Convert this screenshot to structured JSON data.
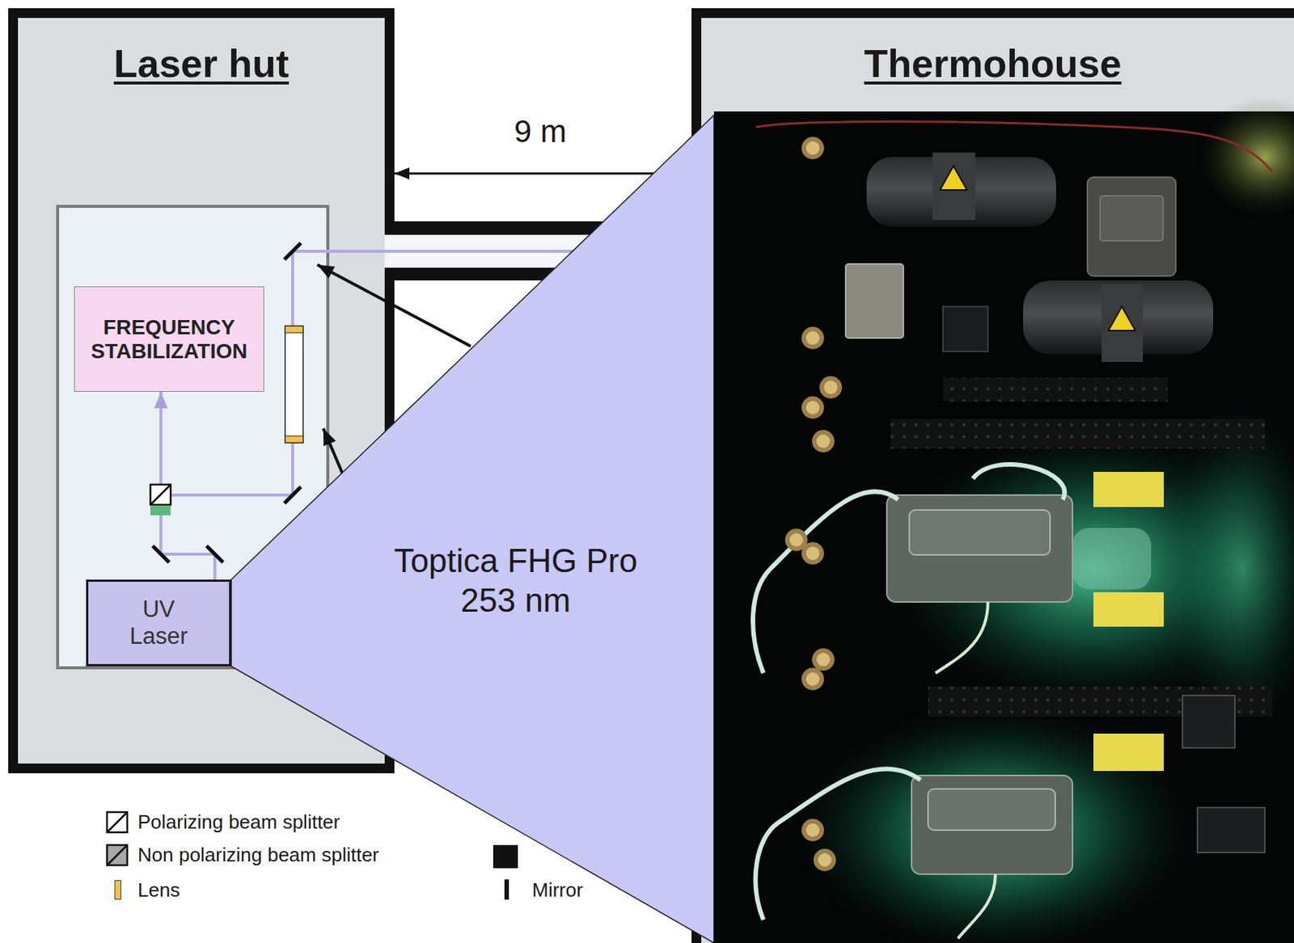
{
  "diagram": {
    "nodes": [
      {
        "text": [
          "Laser hut"
        ]
      },
      {
        "text": [
          "FREQUENCY STABILIZATION"
        ],
        "in": 0
      },
      {
        "text": [
          "UV Laser"
        ],
        "in": 0
      },
      {
        "text": [
          "Thermohouse"
        ]
      }
    ],
    "edges": [
      {
        "from": 3,
        "to": 0,
        "label": "9 m",
        "arrow": "to"
      },
      {
        "from": 2,
        "to": 1,
        "arrow": "to"
      },
      {
        "from": 2,
        "to": 3,
        "arrow": "none"
      }
    ],
    "labels": [
      "Toptica FHG Pro 253 nm"
    ],
    "legend": [
      {
        "text": "Polarizing beam splitter"
      },
      {
        "text": "Non polarizing beam splitter"
      },
      {
        "text": "Lens",
        "color": "#f2c14e"
      },
      {
        "text": "Mirror"
      }
    ]
  }
}
